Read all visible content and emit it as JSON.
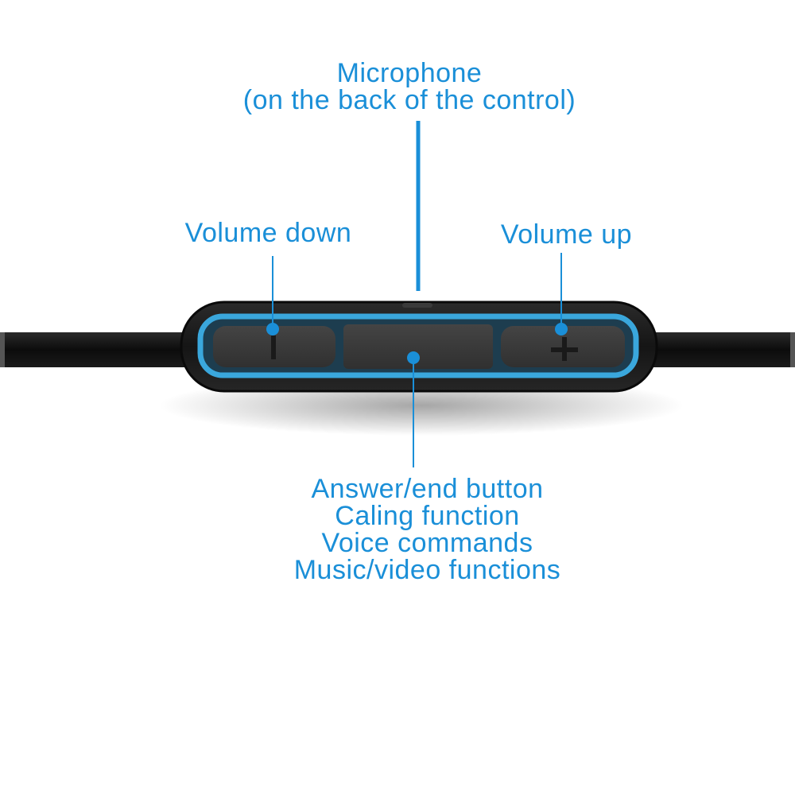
{
  "colors": {
    "accent": "#1a8fd8",
    "cable": "#111111",
    "body": "#1e1e1e",
    "button": "#3b3b3b",
    "frame": "#3aa7dc"
  },
  "icons": {
    "minus": "minus-icon",
    "plus": "plus-icon"
  },
  "labels": {
    "microphone": [
      "Microphone",
      "(on the back of the control)"
    ],
    "volume_down": [
      "Volume down"
    ],
    "volume_up": [
      "Volume up"
    ],
    "answer_end": [
      "Answer/end button",
      "Caling function",
      "Voice commands",
      "Music/video functions"
    ]
  }
}
